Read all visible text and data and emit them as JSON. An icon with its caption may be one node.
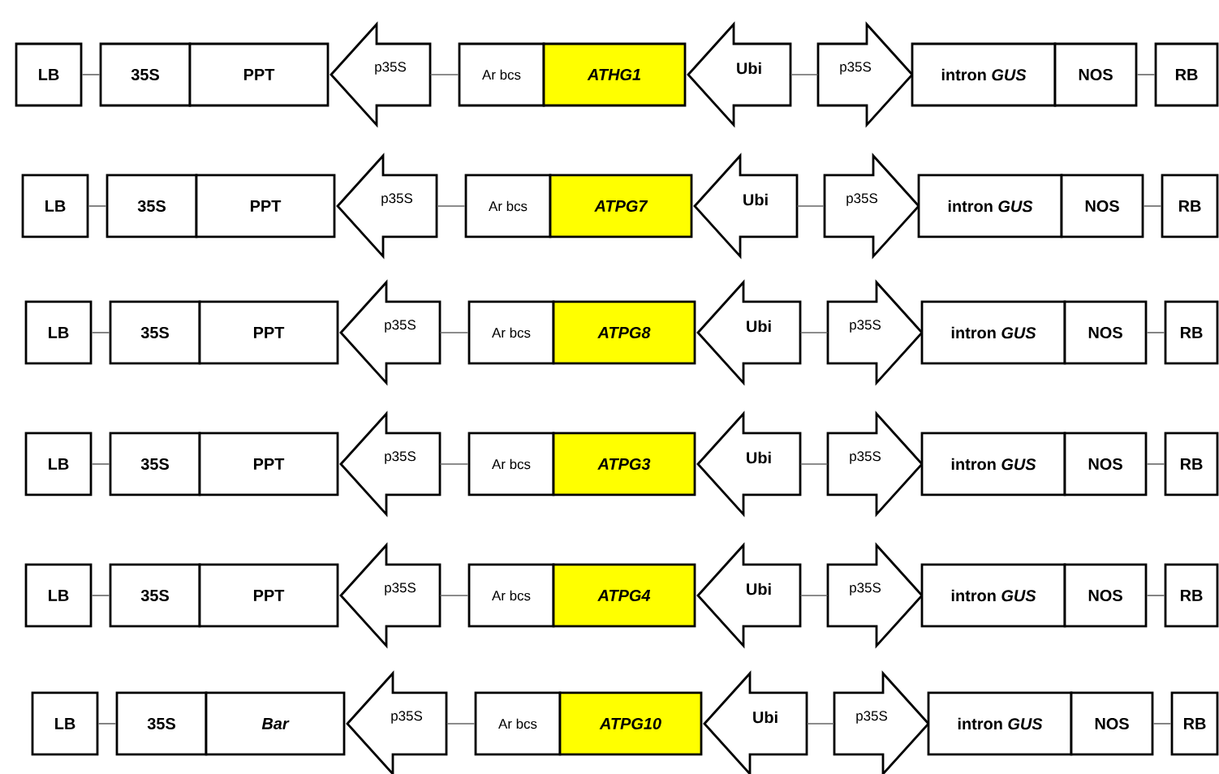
{
  "diagram": {
    "nodes": [
      {
        "text": [
          "LB"
        ]
      },
      {
        "text": [
          "35S"
        ]
      },
      {
        "text": [
          "PPT"
        ]
      },
      {
        "text": [
          "p35S"
        ]
      },
      {
        "text": [
          "Ar bcs"
        ]
      },
      {
        "text": [
          "ATHG1"
        ]
      },
      {
        "text": [
          "Ubi"
        ]
      },
      {
        "text": [
          "p35S"
        ]
      },
      {
        "text": [
          "intron *GUS*"
        ]
      },
      {
        "text": [
          "NOS"
        ]
      },
      {
        "text": [
          "RB"
        ]
      },
      {
        "text": [
          "LB"
        ]
      },
      {
        "text": [
          "35S"
        ]
      },
      {
        "text": [
          "PPT"
        ]
      },
      {
        "text": [
          "p35S"
        ]
      },
      {
        "text": [
          "Ar bcs"
        ]
      },
      {
        "text": [
          "ATPG7"
        ]
      },
      {
        "text": [
          "Ubi"
        ]
      },
      {
        "text": [
          "p35S"
        ]
      },
      {
        "text": [
          "intron *GUS*"
        ]
      },
      {
        "text": [
          "NOS"
        ]
      },
      {
        "text": [
          "RB"
        ]
      },
      {
        "text": [
          "LB"
        ]
      },
      {
        "text": [
          "35S"
        ]
      },
      {
        "text": [
          "PPT"
        ]
      },
      {
        "text": [
          "p35S"
        ]
      },
      {
        "text": [
          "Ar bcs"
        ]
      },
      {
        "text": [
          "ATPG8"
        ]
      },
      {
        "text": [
          "Ubi"
        ]
      },
      {
        "text": [
          "p35S"
        ]
      },
      {
        "text": [
          "intron *GUS*"
        ]
      },
      {
        "text": [
          "NOS"
        ]
      },
      {
        "text": [
          "RB"
        ]
      },
      {
        "text": [
          "LB"
        ]
      },
      {
        "text": [
          "35S"
        ]
      },
      {
        "text": [
          "PPT"
        ]
      },
      {
        "text": [
          "p35S"
        ]
      },
      {
        "text": [
          "Ar bcs"
        ]
      },
      {
        "text": [
          "ATPG3"
        ]
      },
      {
        "text": [
          "Ubi"
        ]
      },
      {
        "text": [
          "p35S"
        ]
      },
      {
        "text": [
          "intron *GUS*"
        ]
      },
      {
        "text": [
          "NOS"
        ]
      },
      {
        "text": [
          "RB"
        ]
      },
      {
        "text": [
          "LB"
        ]
      },
      {
        "text": [
          "35S"
        ]
      },
      {
        "text": [
          "PPT"
        ]
      },
      {
        "text": [
          "p35S"
        ]
      },
      {
        "text": [
          "Ar bcs"
        ]
      },
      {
        "text": [
          "ATPG4"
        ]
      },
      {
        "text": [
          "Ubi"
        ]
      },
      {
        "text": [
          "p35S"
        ]
      },
      {
        "text": [
          "intron *GUS*"
        ]
      },
      {
        "text": [
          "NOS"
        ]
      },
      {
        "text": [
          "RB"
        ]
      },
      {
        "text": [
          "LB"
        ]
      },
      {
        "text": [
          "35S"
        ]
      },
      {
        "text": [
          "Bar"
        ]
      },
      {
        "text": [
          "p35S"
        ]
      },
      {
        "text": [
          "Ar bcs"
        ]
      },
      {
        "text": [
          "ATPG10"
        ]
      },
      {
        "text": [
          "Ubi"
        ]
      },
      {
        "text": [
          "p35S"
        ]
      },
      {
        "text": [
          "intron *GUS*"
        ]
      },
      {
        "text": [
          "NOS"
        ]
      },
      {
        "text": [
          "RB"
        ]
      }
    ],
    "edges": [
      {
        "from": 0,
        "to": 1,
        "arrow": "none"
      },
      {
        "from": 3,
        "to": 4,
        "arrow": "none"
      },
      {
        "from": 6,
        "to": 7,
        "arrow": "none"
      },
      {
        "from": 9,
        "to": 10,
        "arrow": "none"
      },
      {
        "from": 11,
        "to": 12,
        "arrow": "none"
      },
      {
        "from": 14,
        "to": 15,
        "arrow": "none"
      },
      {
        "from": 17,
        "to": 18,
        "arrow": "none"
      },
      {
        "from": 20,
        "to": 21,
        "arrow": "none"
      },
      {
        "from": 22,
        "to": 23,
        "arrow": "none"
      },
      {
        "from": 25,
        "to": 26,
        "arrow": "none"
      },
      {
        "from": 28,
        "to": 29,
        "arrow": "none"
      },
      {
        "from": 31,
        "to": 32,
        "arrow": "none"
      },
      {
        "from": 33,
        "to": 34,
        "arrow": "none"
      },
      {
        "from": 36,
        "to": 37,
        "arrow": "none"
      },
      {
        "from": 39,
        "to": 40,
        "arrow": "none"
      },
      {
        "from": 42,
        "to": 43,
        "arrow": "none"
      },
      {
        "from": 44,
        "to": 45,
        "arrow": "none"
      },
      {
        "from": 47,
        "to": 48,
        "arrow": "none"
      },
      {
        "from": 50,
        "to": 51,
        "arrow": "none"
      },
      {
        "from": 53,
        "to": 54,
        "arrow": "none"
      },
      {
        "from": 55,
        "to": 56,
        "arrow": "none"
      },
      {
        "from": 58,
        "to": 59,
        "arrow": "none"
      },
      {
        "from": 61,
        "to": 62,
        "arrow": "none"
      },
      {
        "from": 64,
        "to": 65,
        "arrow": "none"
      }
    ]
  }
}
